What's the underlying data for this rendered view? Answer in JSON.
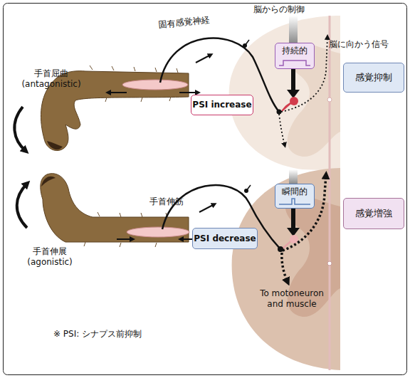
{
  "diagram": {
    "nodes": [
      {
        "text": [
          "持続的"
        ]
      },
      {
        "text": [
          "感覚抑制"
        ]
      },
      {
        "text": [
          "PSI increase"
        ]
      },
      {
        "text": [
          "瞬間的"
        ]
      },
      {
        "text": [
          "感覚増強"
        ]
      },
      {
        "text": [
          "PSI decrease"
        ]
      }
    ],
    "labels": [
      "固有感覚神経",
      "脳からの制御",
      "脳に向かう信号",
      "手首屈曲 (antagonistic)",
      "手首伸筋",
      "手首伸展 (agonistic)",
      "To motoneuron and muscle",
      "※ PSI: シナプス前抑制"
    ]
  }
}
